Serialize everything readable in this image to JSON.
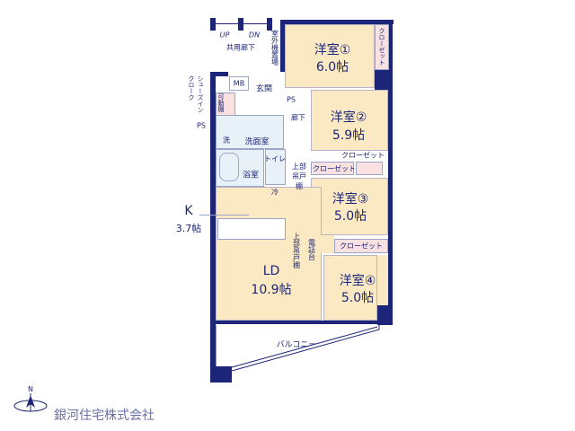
{
  "stairs": {
    "up": "UP",
    "dn": "DN"
  },
  "labels": {
    "common_corridor": "共用廊下",
    "outdoor_unit": "室外機置場",
    "entrance": "玄関",
    "mb": "MB",
    "shoes_in_cloak": "シューズインクローク",
    "ps_left": "PS",
    "ps_center": "PS",
    "movable_shelf": "可動棚",
    "corridor": "廊下",
    "washer": "洗",
    "washroom": "洗面室",
    "bath": "浴室",
    "toilet": "トイレ",
    "upper_cabinet_1": "上部吊戸棚",
    "upper_cabinet_2": "上部吊戸棚",
    "phone_stand": "電話台",
    "fridge": "冷",
    "balcony": "バルコニー"
  },
  "rooms": [
    {
      "name": "洋室①",
      "size": "6.0帖"
    },
    {
      "name": "洋室②",
      "size": "5.9帖"
    },
    {
      "name": "洋室③",
      "size": "5.0帖"
    },
    {
      "name": "洋室④",
      "size": "5.0帖"
    },
    {
      "name": "LD",
      "size": "10.9帖"
    },
    {
      "name": "K",
      "size": "3.7帖"
    }
  ],
  "closets": [
    "クローゼット",
    "クローゼット",
    "クローゼット",
    "クローゼット"
  ],
  "company": "銀河住宅株式会社",
  "colors": {
    "wall": "#1c2577",
    "room": "#fbe9c4",
    "wet": "#e8f1f8",
    "closet": "#f9e1e1"
  }
}
